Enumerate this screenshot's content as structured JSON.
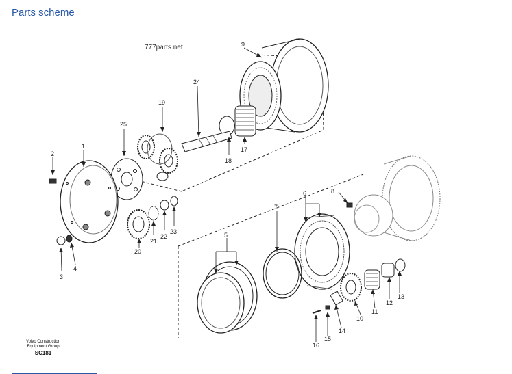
{
  "page": {
    "title": "Parts scheme"
  },
  "diagram": {
    "watermark": "777parts.net",
    "labels": [
      "1",
      "2",
      "3",
      "4",
      "5",
      "6",
      "7",
      "8",
      "9",
      "10",
      "11",
      "12",
      "13",
      "14",
      "15",
      "16",
      "17",
      "18",
      "19",
      "20",
      "21",
      "22",
      "23",
      "24",
      "25"
    ],
    "footer": {
      "line1": "Volvo Construction",
      "line2": "Equipment Group",
      "code": "SC181"
    }
  },
  "colors": {
    "heading": "#2a59a8",
    "line": "#222222"
  }
}
